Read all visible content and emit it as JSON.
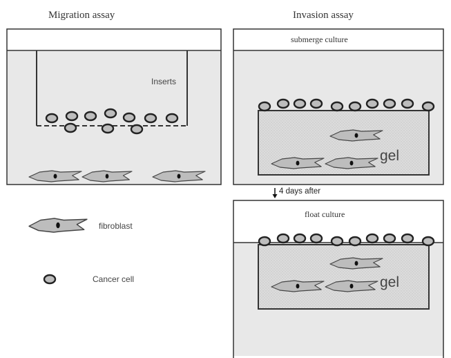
{
  "migration": {
    "title": "Migration assay",
    "inserts_label": "Inserts"
  },
  "invasion": {
    "title": "Invasion assay",
    "submerge_label": "submerge culture",
    "float_label": "float culture",
    "gel_label": "gel",
    "arrow_label": "4 days after"
  },
  "legend": {
    "fibroblast_label": "fibroblast",
    "cancer_cell_label": "Cancer cell"
  },
  "colors": {
    "medium": "#e8e8e8",
    "gel": "#d9d9d9",
    "outline": "#333333",
    "cell_fill": "#bdbdbd",
    "nucleus": "#111111"
  }
}
